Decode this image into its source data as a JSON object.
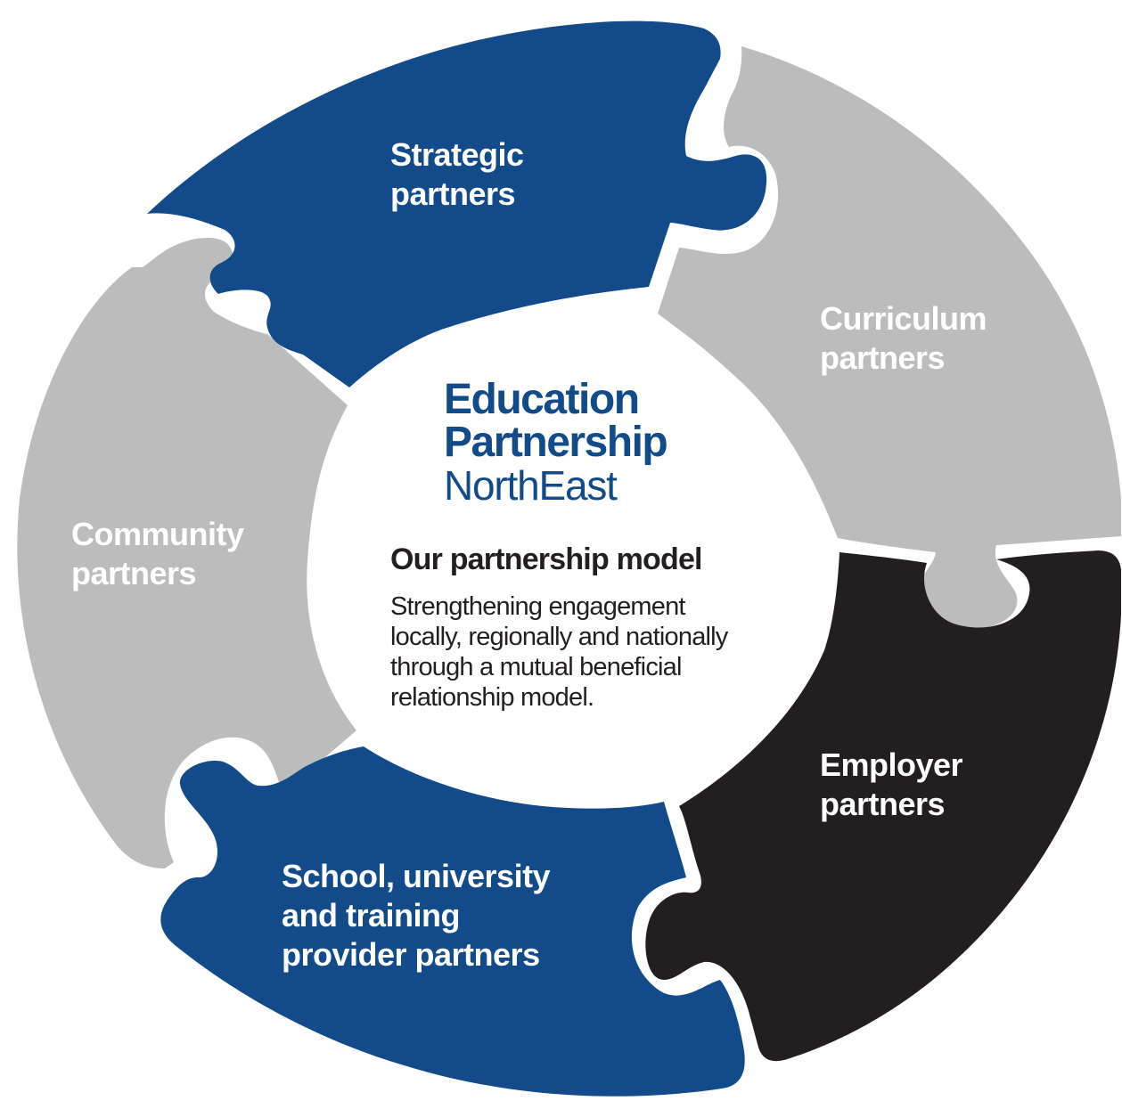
{
  "colors": {
    "blue": "#124a8a",
    "grey": "#bcbcbc",
    "black": "#231f20",
    "white": "#ffffff"
  },
  "segments": {
    "strategic": {
      "lines": [
        "Strategic",
        "partners"
      ],
      "color": "blue"
    },
    "curriculum": {
      "lines": [
        "Curriculum",
        "partners"
      ],
      "color": "grey"
    },
    "employer": {
      "lines": [
        "Employer",
        "partners"
      ],
      "color": "black"
    },
    "school": {
      "lines": [
        "School, university",
        "and training",
        "provider partners"
      ],
      "color": "blue"
    },
    "community": {
      "lines": [
        "Community",
        "partners"
      ],
      "color": "grey"
    }
  },
  "center": {
    "logo": {
      "line1": "Education",
      "line2": "Partnership",
      "line3": "NorthEast"
    },
    "title": "Our partnership model",
    "description_lines": [
      "Strengthening engagement",
      "locally, regionally and nationally",
      "through a mutual beneficial",
      "relationship model."
    ]
  }
}
